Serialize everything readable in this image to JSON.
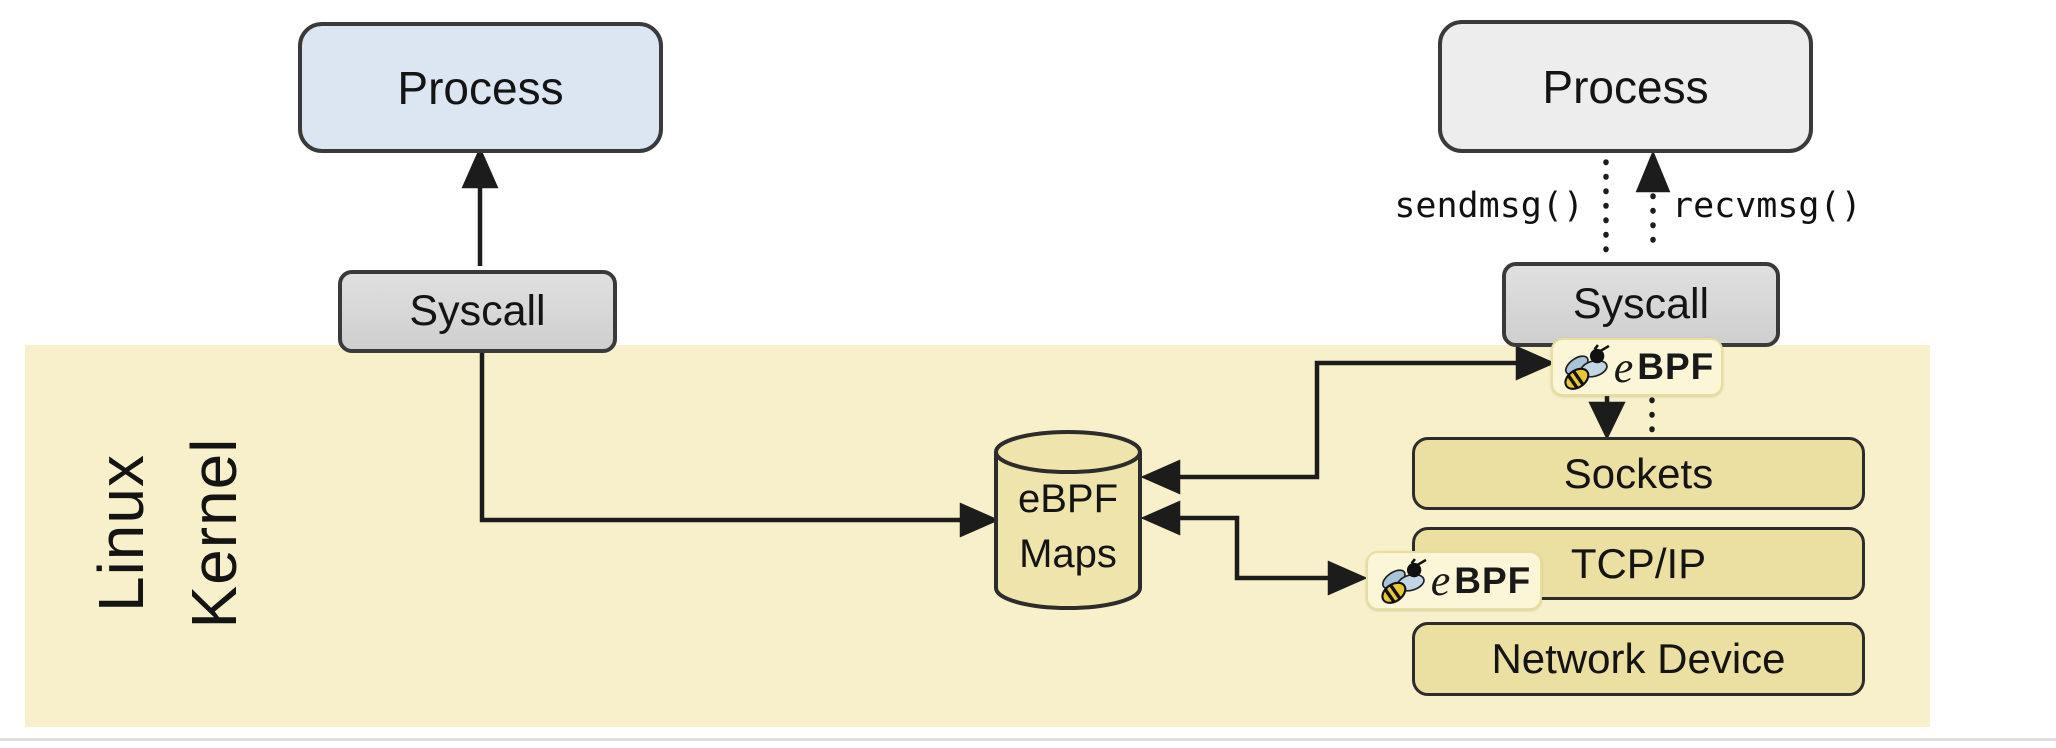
{
  "diagram": {
    "kernel": {
      "label_line1": "Linux",
      "label_line2": "Kernel"
    },
    "userspace": {
      "left_process": "Process",
      "right_process": "Process",
      "sendmsg": "sendmsg()",
      "recvmsg": "recvmsg()"
    },
    "syscalls": {
      "left": "Syscall",
      "right": "Syscall"
    },
    "maps": {
      "line1": "eBPF",
      "line2": "Maps"
    },
    "stack": [
      "Sockets",
      "TCP/IP",
      "Network Device"
    ],
    "logo": {
      "e": "e",
      "bpf": "BPF"
    },
    "colors": {
      "kernel_bg": "#f7f0ca",
      "stack_box": "#ebdfa1",
      "cylinder": "#eee4ac",
      "badge_bg": "#fbf6d7",
      "process_left": "#dce6f2",
      "process_right": "#ededed",
      "syscall_gray": "#d8d8d8",
      "line": "#1c1c1c",
      "bee_yellow": "#e9c838",
      "bee_wing": "#b9cfe0"
    }
  }
}
